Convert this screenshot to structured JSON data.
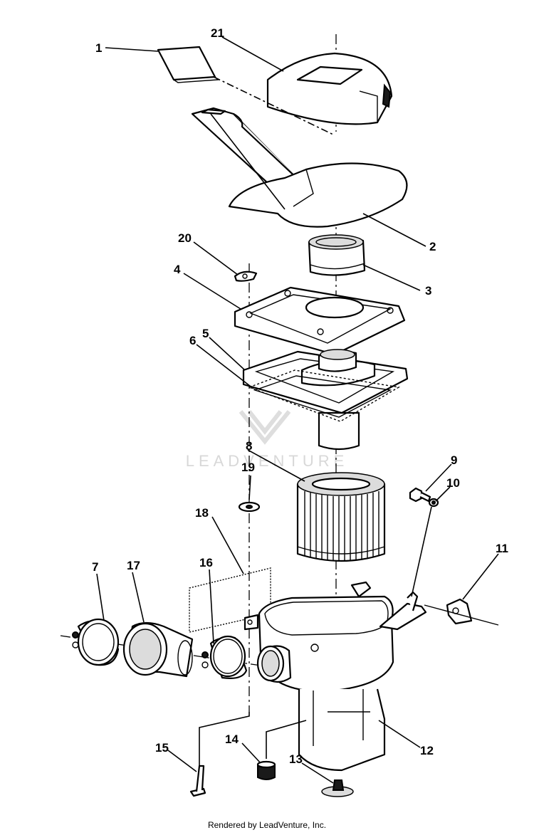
{
  "watermark": "LEADVENTURE",
  "footer": "Rendered by LeadVenture, Inc.",
  "callouts": {
    "c1": "1",
    "c2": "2",
    "c3": "3",
    "c4": "4",
    "c5": "5",
    "c6": "6",
    "c7": "7",
    "c8": "8",
    "c9": "9",
    "c10": "10",
    "c11": "11",
    "c12": "12",
    "c13": "13",
    "c14": "14",
    "c15": "15",
    "c16": "16",
    "c17": "17",
    "c18": "18",
    "c19": "19",
    "c20": "20",
    "c21": "21"
  }
}
